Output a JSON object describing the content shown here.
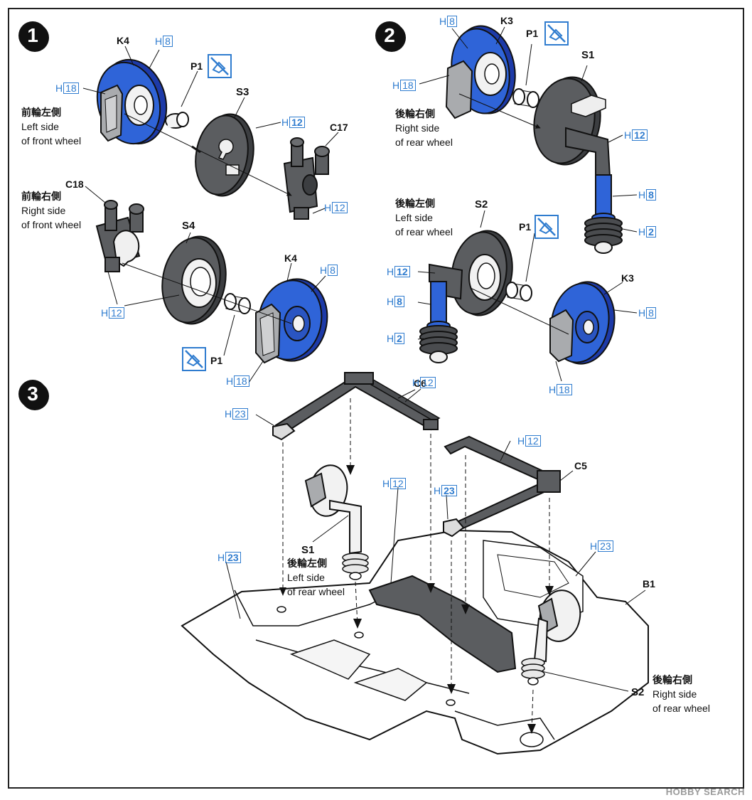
{
  "steps": [
    "1",
    "2",
    "3"
  ],
  "colors": {
    "part_gray": "#5b5d60",
    "metal_blue": "#2f64d8",
    "paint_blue": "#2f7ccf",
    "ink": "#111111"
  },
  "icons": {
    "no_cement": "no-cement-icon"
  },
  "step1": {
    "parts": {
      "k4_a": "K4",
      "p1_a": "P1",
      "s3": "S3",
      "c17": "C17",
      "c18": "C18",
      "s4": "S4",
      "k4_b": "K4",
      "p1_b": "P1"
    },
    "notes": {
      "left_ja": "前輪左側",
      "left_en1": "Left side",
      "left_en2": "of front wheel",
      "right_ja": "前輪右側",
      "right_en1": "Right side",
      "right_en2": "of front wheel"
    },
    "paints": {
      "h8_a": "8",
      "h18_a": "18",
      "h12_a": "12",
      "h12_b": "12",
      "h12_c": "12",
      "h8_b": "8",
      "h18_b": "18"
    }
  },
  "step2": {
    "parts": {
      "k3_a": "K3",
      "p1_a": "P1",
      "s1": "S1",
      "s2": "S2",
      "p1_b": "P1",
      "k3_b": "K3"
    },
    "notes": {
      "right_ja": "後輪右側",
      "right_en1": "Right side",
      "right_en2": "of rear wheel",
      "left_ja": "後輪左側",
      "left_en1": "Left side",
      "left_en2": "of rear wheel"
    },
    "paints": {
      "h8_a": "8",
      "h18_a": "18",
      "h12_a": "12",
      "h8_b": "8",
      "h2_a": "2",
      "h12_b": "12",
      "h8_c": "8",
      "h2_b": "2",
      "h8_d": "8",
      "h18_b": "18"
    }
  },
  "step3": {
    "parts": {
      "c6": "C6",
      "c5": "C5",
      "s1": "S1",
      "b1": "B1",
      "s2": "S2"
    },
    "notes": {
      "left_ja": "後輪左側",
      "left_en1": "Left side",
      "left_en2": "of rear wheel",
      "right_ja": "後輪右側",
      "right_en1": "Right side",
      "right_en2": "of rear wheel"
    },
    "paints": {
      "h23_a": "23",
      "h12_a": "12",
      "h12_b": "12",
      "h12_c": "12",
      "h23_b": "23",
      "h23_c": "23",
      "h23_d": "23"
    }
  },
  "paint_prefix": "H",
  "watermark": "HOBBY SEARCH"
}
